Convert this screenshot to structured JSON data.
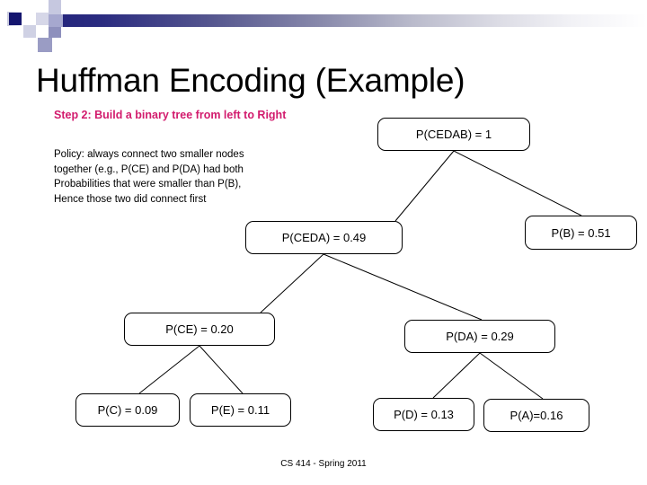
{
  "slide": {
    "title": "Huffman Encoding (Example)",
    "footer": "CS 414 - Spring 2011",
    "accent_color": "#d21b6d",
    "decoration_color": "#20217a"
  },
  "body_text": {
    "step_heading": "Step 2: Build a binary tree from left to Right",
    "policy_lines": [
      "Policy: always connect two smaller nodes",
      "together (e.g., P(CE) and P(DA) had both",
      "Probabilities that were smaller than P(B),",
      "Hence those two did connect first"
    ]
  },
  "tree": {
    "nodes": [
      {
        "id": "cedab",
        "label": "P(CEDAB) = 1"
      },
      {
        "id": "ceda",
        "label": "P(CEDA) = 0.49"
      },
      {
        "id": "b",
        "label": "P(B) = 0.51"
      },
      {
        "id": "ce",
        "label": "P(CE) = 0.20"
      },
      {
        "id": "da",
        "label": "P(DA) = 0.29"
      },
      {
        "id": "c",
        "label": "P(C) = 0.09"
      },
      {
        "id": "e",
        "label": "P(E) = 0.11"
      },
      {
        "id": "d",
        "label": "P(D) = 0.13"
      },
      {
        "id": "a",
        "label": "P(A)=0.16"
      }
    ],
    "edges": [
      {
        "from": "cedab",
        "to": "ceda"
      },
      {
        "from": "cedab",
        "to": "b"
      },
      {
        "from": "ceda",
        "to": "ce"
      },
      {
        "from": "ceda",
        "to": "da"
      },
      {
        "from": "ce",
        "to": "c"
      },
      {
        "from": "ce",
        "to": "e"
      },
      {
        "from": "da",
        "to": "d"
      },
      {
        "from": "da",
        "to": "a"
      }
    ]
  },
  "chart_data": {
    "type": "diagram",
    "title": "Huffman Encoding (Example)",
    "nodes": [
      {
        "name": "P(CEDAB)",
        "value": 1
      },
      {
        "name": "P(CEDA)",
        "value": 0.49
      },
      {
        "name": "P(B)",
        "value": 0.51
      },
      {
        "name": "P(CE)",
        "value": 0.2
      },
      {
        "name": "P(DA)",
        "value": 0.29
      },
      {
        "name": "P(C)",
        "value": 0.09
      },
      {
        "name": "P(E)",
        "value": 0.11
      },
      {
        "name": "P(D)",
        "value": 0.13
      },
      {
        "name": "P(A)",
        "value": 0.16
      }
    ],
    "edges": [
      [
        "P(CEDAB)",
        "P(CEDA)"
      ],
      [
        "P(CEDAB)",
        "P(B)"
      ],
      [
        "P(CEDA)",
        "P(CE)"
      ],
      [
        "P(CEDA)",
        "P(DA)"
      ],
      [
        "P(CE)",
        "P(C)"
      ],
      [
        "P(CE)",
        "P(E)"
      ],
      [
        "P(DA)",
        "P(D)"
      ],
      [
        "P(DA)",
        "P(A)"
      ]
    ]
  }
}
